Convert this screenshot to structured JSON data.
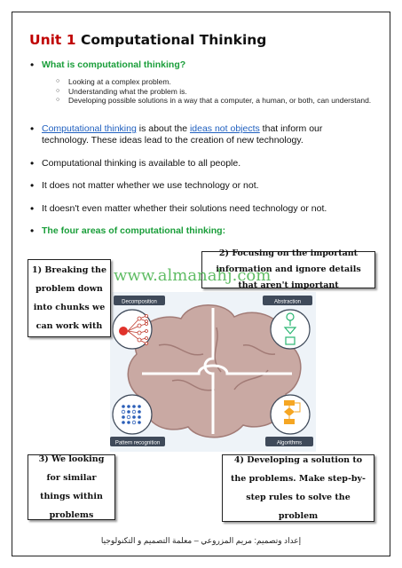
{
  "title": {
    "unit": "Unit 1",
    "text": "Computational Thinking"
  },
  "question": "What is computational thinking?",
  "sub_points": [
    "Looking at a complex problem.",
    "Understanding what the problem is.",
    "Developing possible solutions in a way that a computer, a human, or both, can understand."
  ],
  "para1": {
    "link1": "Computational thinking",
    "text1": " is about the ",
    "link2": "ideas not objects",
    "text2": " that inform our technology. These ideas lead to the creation of new technology."
  },
  "para2": "Computational thinking is available to all people.",
  "para3": "It does not matter whether we use technology or not.",
  "para4": "It doesn't even matter whether their solutions need technology or not.",
  "four_areas": "The four areas of computational thinking:",
  "callouts": {
    "c1": "1) Breaking the problem down into chunks we can work with",
    "c2": "2) Focusing on the important information and ignore details that aren't important",
    "c3": "3) We looking for similar things within problems",
    "c4": "4) Developing a solution to the problems. Make step-by-step rules to solve the problem"
  },
  "diagram_labels": {
    "decomposition": "Decomposition",
    "abstraction": "Abstraction",
    "pattern": "Pattern recognition",
    "algorithms": "Algorithms"
  },
  "watermark": "www.almanahj.com",
  "footer": "إعداد وتصميم: مريم المزروعي – معلمة التصميم و التكنولوجيا",
  "colors": {
    "unit": "#c00000",
    "heading_green": "#1a9e3a",
    "link_blue": "#1f5fbf",
    "brain": "#c9a9a3",
    "panel": "#3f4a5a"
  }
}
